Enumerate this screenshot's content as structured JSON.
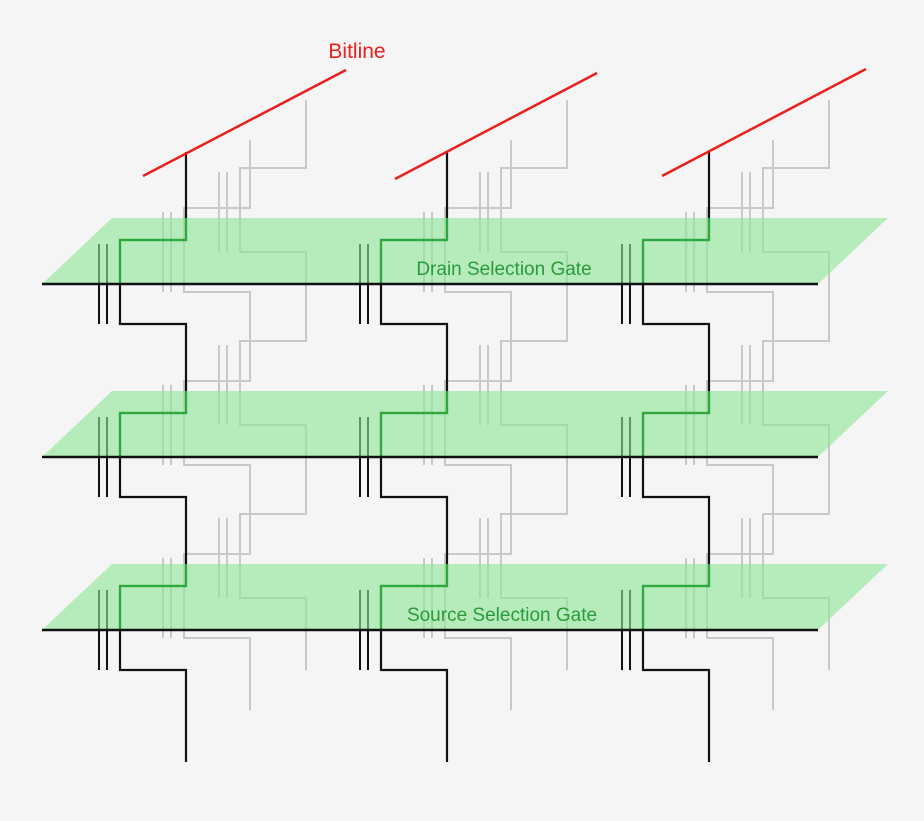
{
  "diagram": {
    "labels": {
      "bitline": "Bitline",
      "drain_gate": "Drain Selection Gate",
      "source_gate": "Source Selection Gate"
    },
    "colors": {
      "background": "#f5f5f5",
      "bitline": "#e8211d",
      "gate_plane_fill": "#8fe69a",
      "gate_label": "#2a9a3a",
      "string_front": "#111111",
      "string_back": "#c8c8c8",
      "string_in_plane": "#2eaa3c"
    },
    "structure": {
      "columns": 3,
      "layers": 3
    }
  }
}
